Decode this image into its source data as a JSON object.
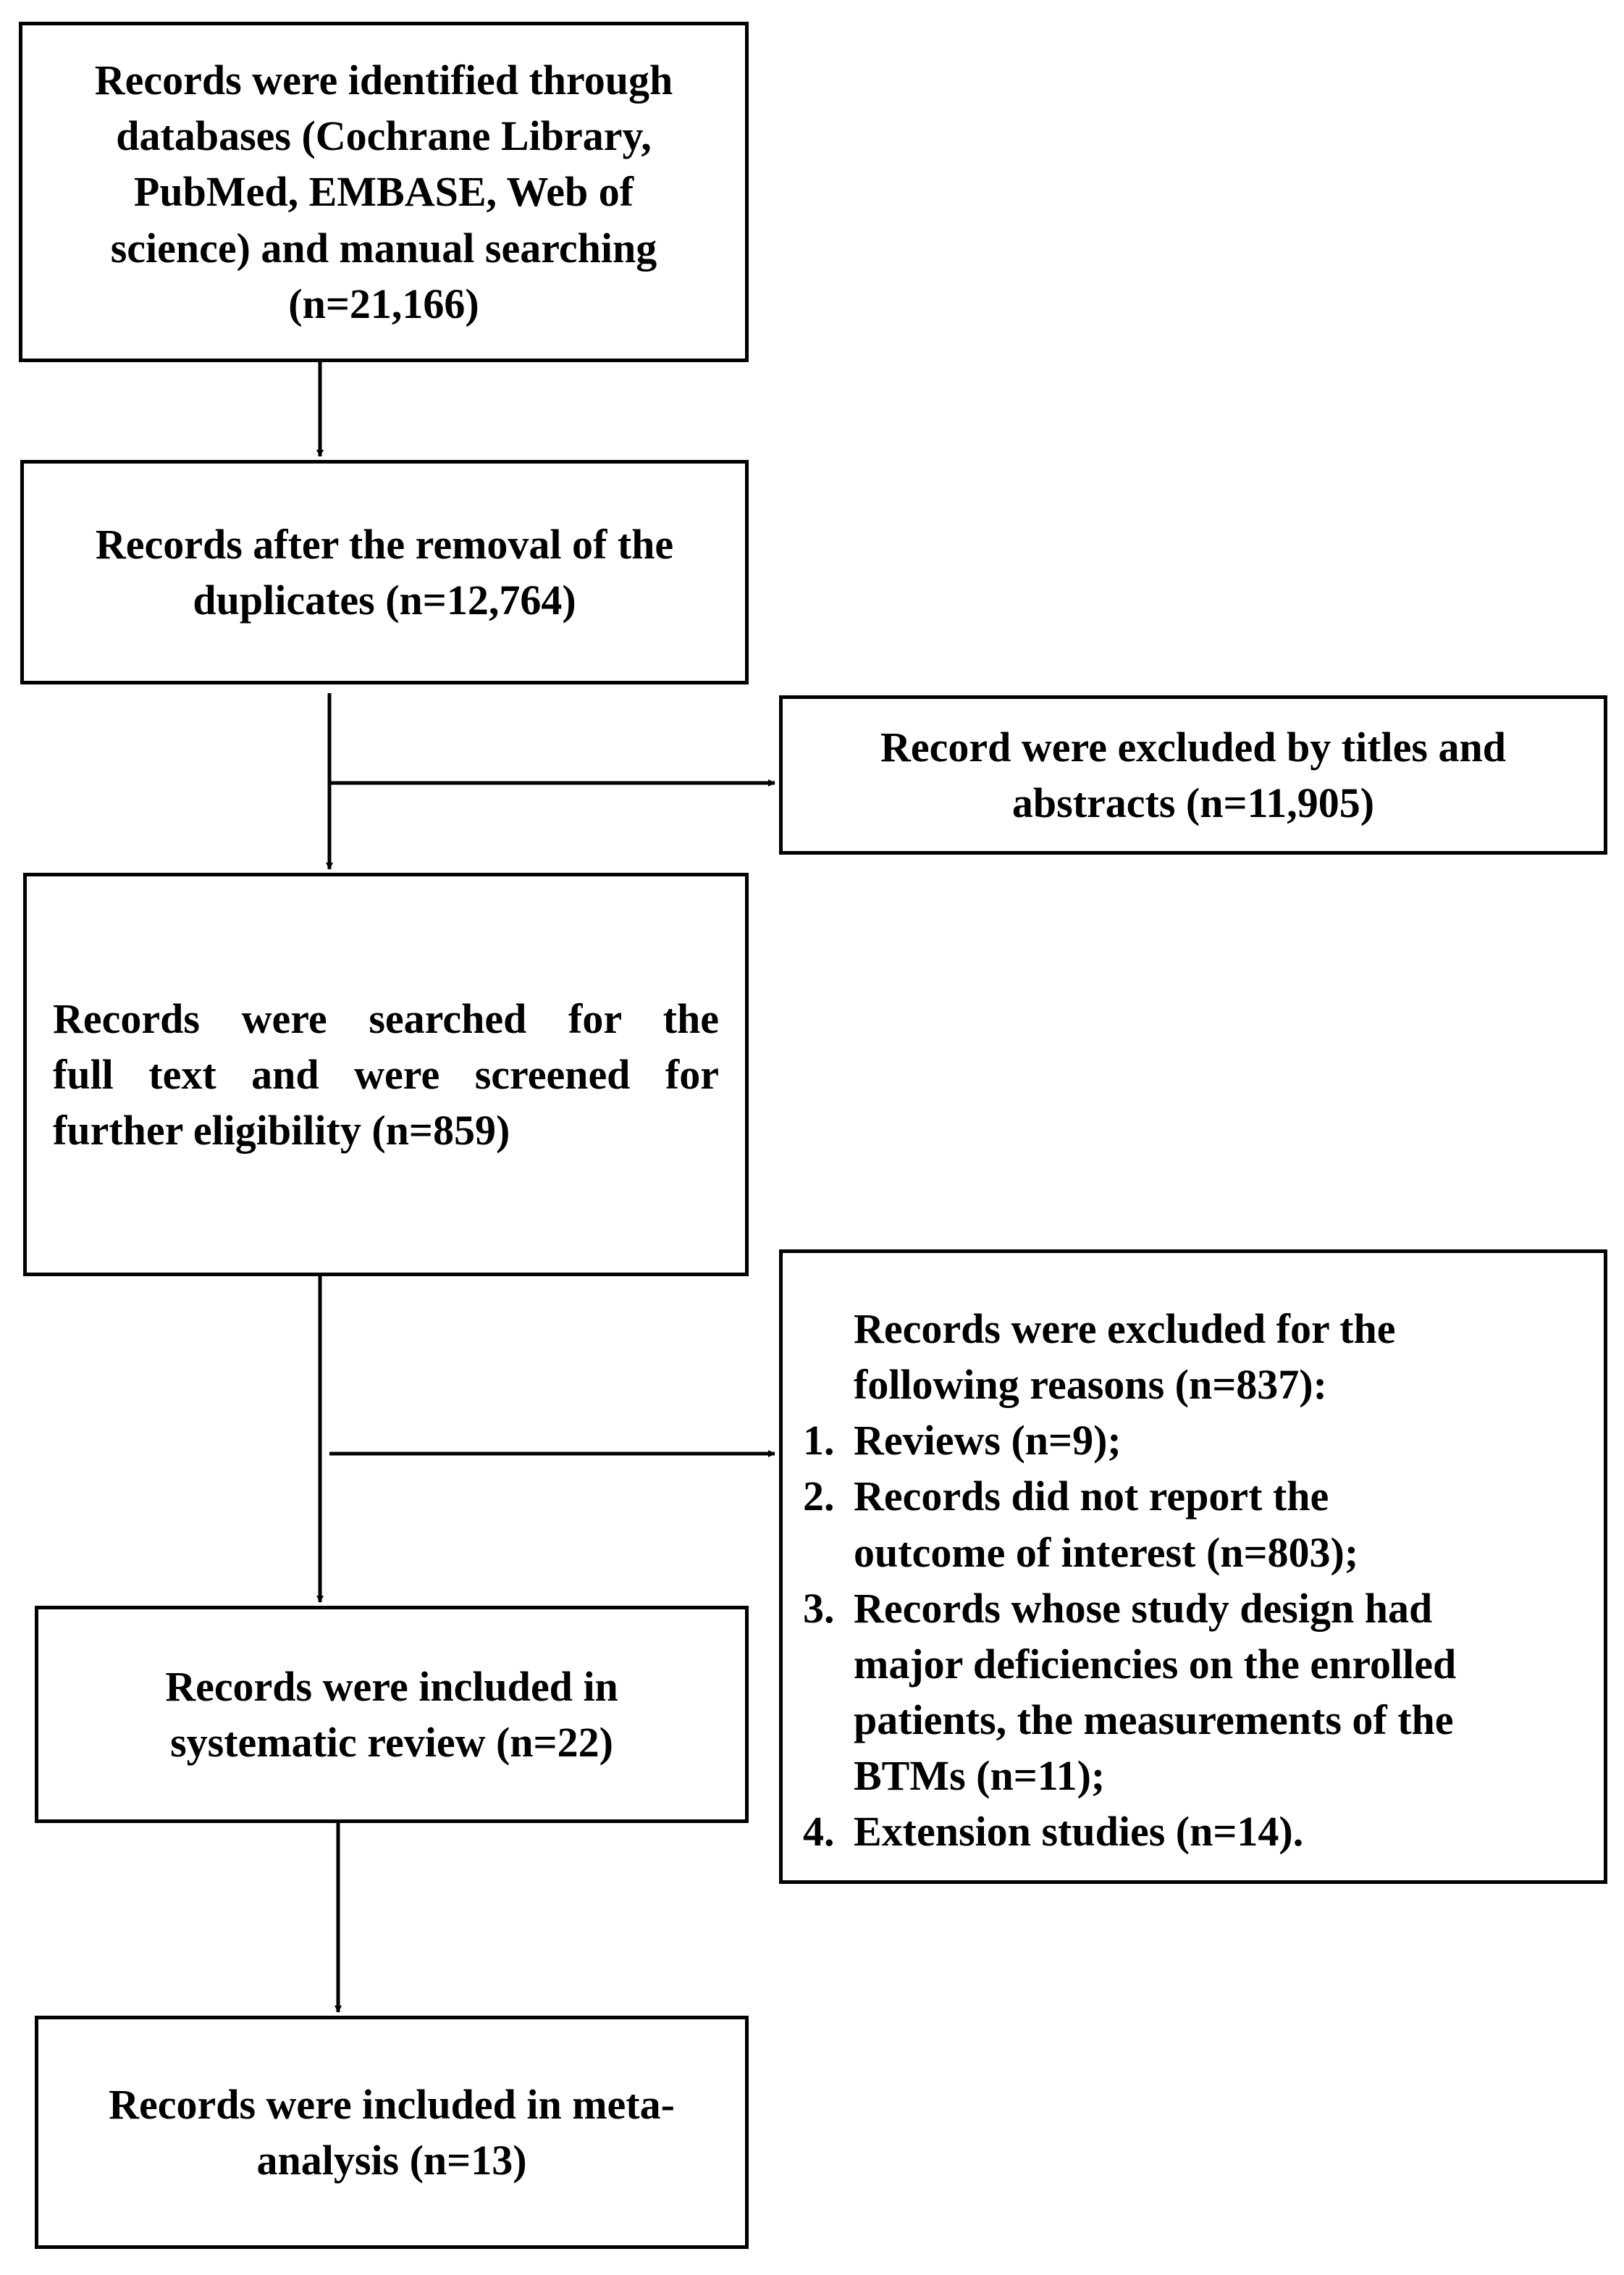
{
  "nodes": {
    "identified": {
      "lines": [
        "Records were identified through",
        "databases (Cochrane Library,",
        "PubMed, EMBASE, Web of",
        "science) and manual searching",
        "(n=21,166)"
      ]
    },
    "deduplicated": {
      "lines": [
        "Records after the removal of the",
        "duplicates (n=12,764)"
      ]
    },
    "excluded_titles": {
      "lines": [
        "Record were excluded by titles and",
        "abstracts (n=11,905)"
      ]
    },
    "fulltext": {
      "lines": [
        "Records were searched for the",
        "full text and were screened for",
        "further eligibility (n=859)"
      ]
    },
    "excluded_reasons": {
      "heading": [
        "Records were excluded for the",
        "following reasons (n=837):"
      ],
      "items": [
        {
          "num": "1.",
          "lines": [
            "Reviews (n=9);"
          ]
        },
        {
          "num": "2.",
          "lines": [
            "Records did not report the",
            "outcome of interest (n=803);"
          ]
        },
        {
          "num": "3.",
          "lines": [
            "Records whose study design had",
            "major deficiencies on the enrolled",
            "patients, the measurements of the",
            "BTMs (n=11);"
          ]
        },
        {
          "num": "4.",
          "lines": [
            "Extension studies (n=14)."
          ]
        }
      ]
    },
    "systematic": {
      "lines": [
        "Records were included in",
        "systematic review (n=22)"
      ]
    },
    "meta": {
      "lines": [
        "Records were included in meta-",
        "analysis (n=13)"
      ]
    }
  }
}
